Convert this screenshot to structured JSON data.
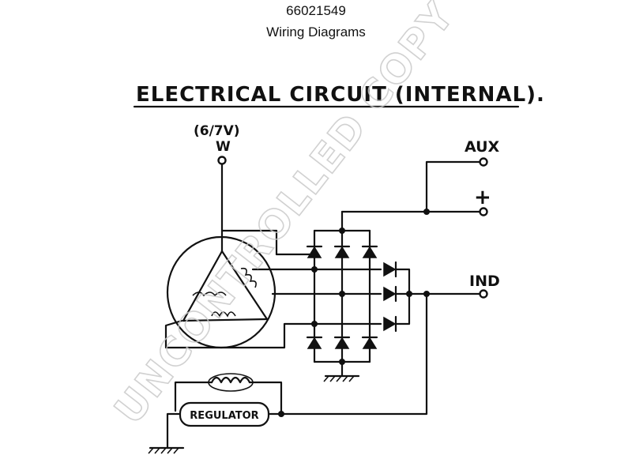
{
  "header": {
    "code": "66021549",
    "subtitle": "Wiring Diagrams"
  },
  "diagram": {
    "title": "ELECTRICAL CIRCUIT (INTERNAL).",
    "w_voltage": "(6/7V)",
    "w_label": "W",
    "aux_label": "AUX",
    "plus_label": "+",
    "ind_label": "IND",
    "regulator_label": "REGULATOR"
  },
  "watermark": {
    "text": "UNCONTROLLED COPY"
  }
}
